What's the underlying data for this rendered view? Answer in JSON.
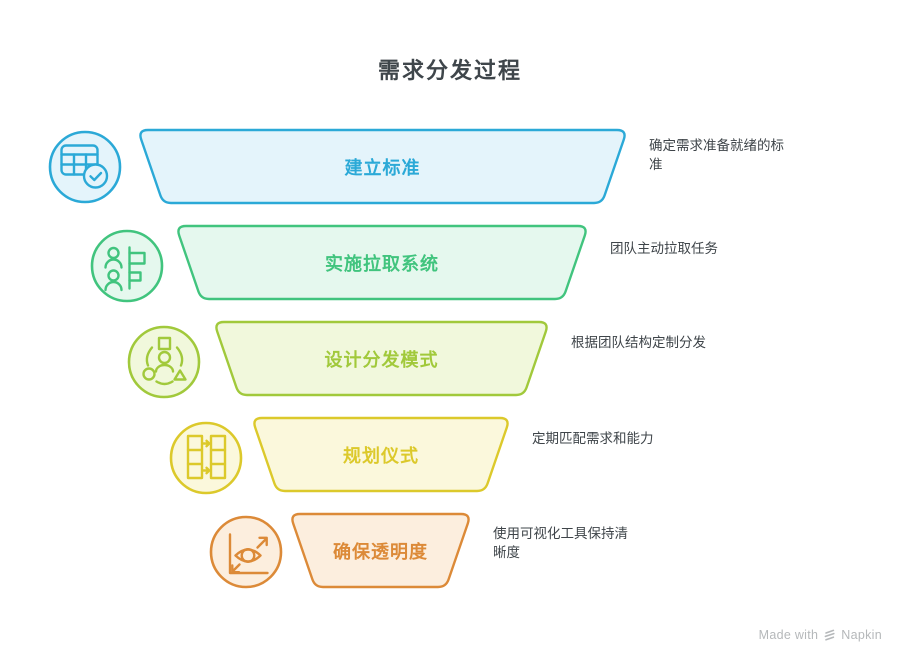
{
  "title": "需求分发过程",
  "steps": [
    {
      "label": "建立标准",
      "desc": "确定需求准备就绪的标准",
      "color": "#2ba9d7",
      "fill": "#e4f4fb",
      "icon": "table-check-icon"
    },
    {
      "label": "实施拉取系统",
      "desc": "团队主动拉取任务",
      "color": "#41c47e",
      "fill": "#e5f8ee",
      "icon": "team-pull-board-icon"
    },
    {
      "label": "设计分发模式",
      "desc": "根据团队结构定制分发",
      "color": "#a1c93b",
      "fill": "#f1f8dc",
      "icon": "person-shapes-distribution-icon"
    },
    {
      "label": "规划仪式",
      "desc": "定期匹配需求和能力",
      "color": "#dcc92b",
      "fill": "#fbf8dc",
      "icon": "matching-columns-arrows-icon"
    },
    {
      "label": "确保透明度",
      "desc": "使用可视化工具保持清晰度",
      "color": "#dc8a38",
      "fill": "#fceede",
      "icon": "eye-chart-visibility-icon"
    }
  ],
  "footer": {
    "made_with": "Made with",
    "brand": "Napkin"
  }
}
